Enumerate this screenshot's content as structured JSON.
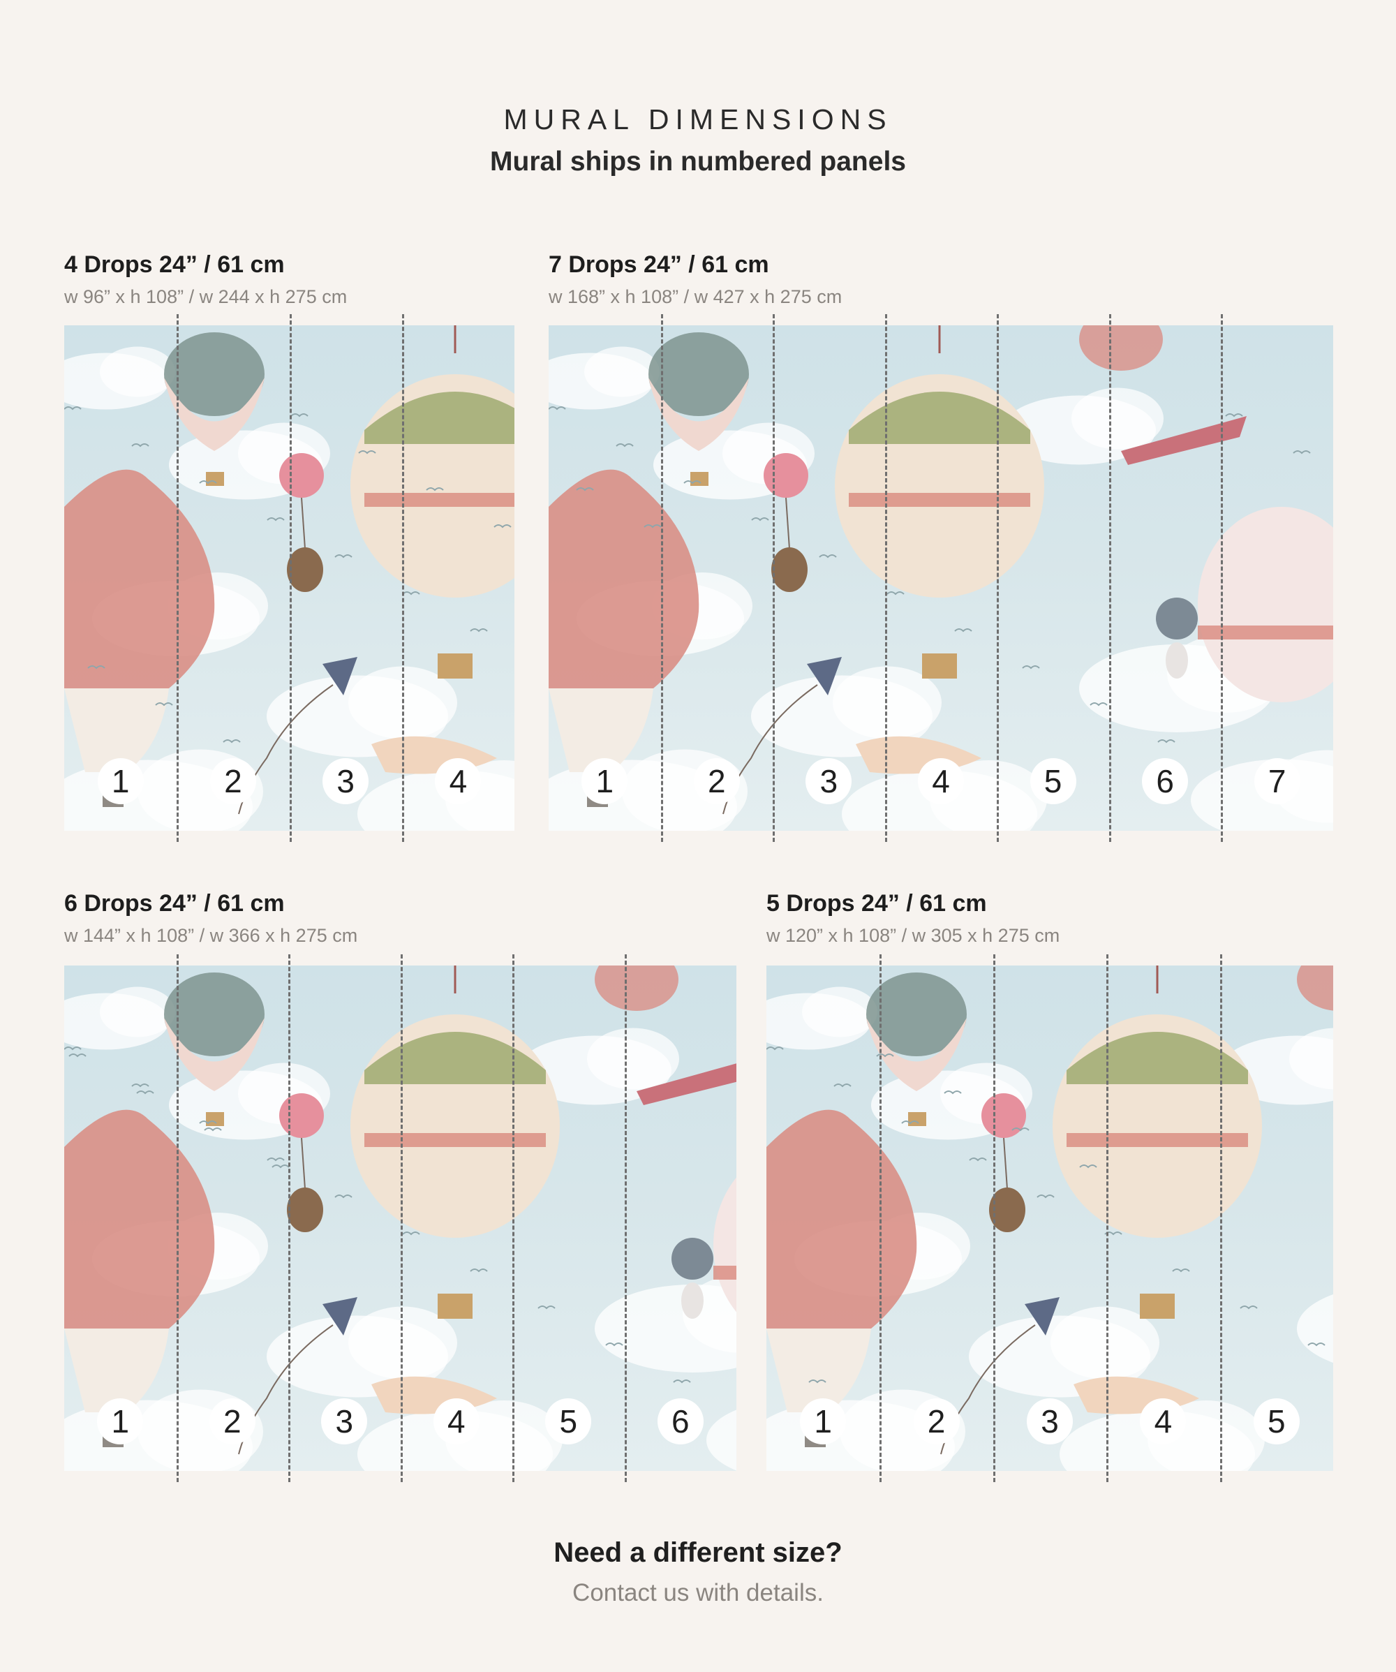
{
  "header": {
    "title": "MURAL DIMENSIONS",
    "subtitle": "Mural ships in numbered panels"
  },
  "options": [
    {
      "title": "4 Drops 24” / 61 cm",
      "dims": "w 96” x h 108” / w 244 x h 275 cm",
      "panels": [
        "1",
        "2",
        "3",
        "4"
      ]
    },
    {
      "title": "7 Drops 24” / 61 cm",
      "dims": "w 168” x h 108” / w 427 x h 275 cm",
      "panels": [
        "1",
        "2",
        "3",
        "4",
        "5",
        "6",
        "7"
      ]
    },
    {
      "title": "6 Drops 24” / 61 cm",
      "dims": "w 144” x h 108” / w 366 x h 275 cm",
      "panels": [
        "1",
        "2",
        "3",
        "4",
        "5",
        "6"
      ]
    },
    {
      "title": "5 Drops 24” / 61 cm",
      "dims": "w 120” x h 108” / w 305 x h 275 cm",
      "panels": [
        "1",
        "2",
        "3",
        "4",
        "5"
      ]
    }
  ],
  "footer": {
    "title": "Need a different size?",
    "subtitle": "Contact us with details."
  },
  "colors": {
    "background": "#f7f3ef",
    "sky": "#cfe2e8",
    "balloon_pink": "#d98f86",
    "balloon_cream": "#f1e3d3",
    "accent_green": "#9aa66a",
    "cut_line": "#6f6f6f"
  }
}
